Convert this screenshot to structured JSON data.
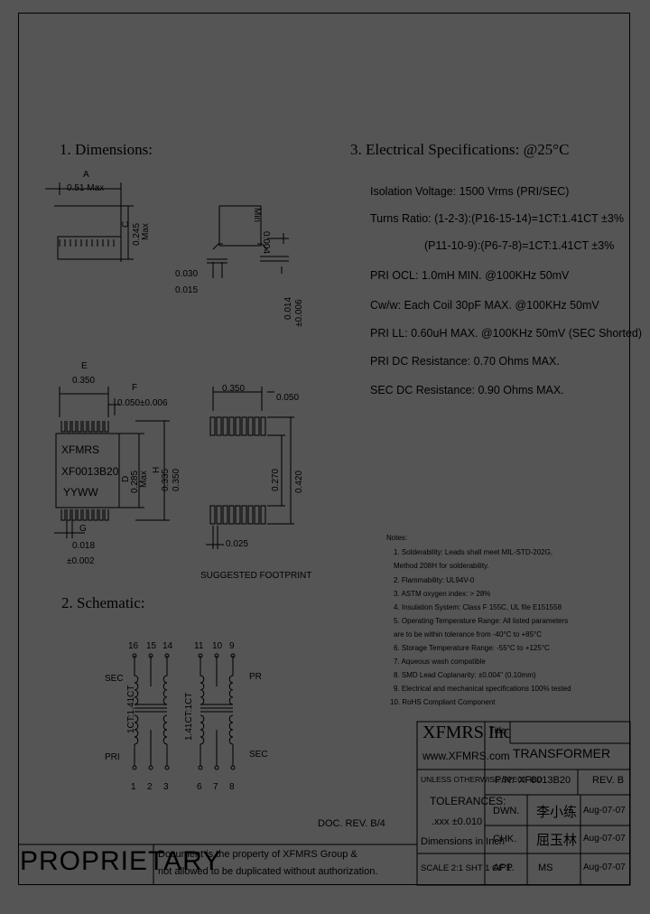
{
  "sections": {
    "dimensions_title": "1. Dimensions:",
    "electrical_title": "3. Electrical   Specifications: @25°C",
    "schematic_title": "2. Schematic:"
  },
  "dimensions": {
    "A": "A",
    "A_value": "0.51 Max",
    "C": "C",
    "C_value": "0.245",
    "C_max": "Max",
    "min_height": "0.004",
    "min_label": "Min",
    "lead_a": "0.030",
    "lead_b": "0.015",
    "lead_c": "0.014",
    "lead_d": "±0.006",
    "E": "E",
    "E_value": "0.350",
    "F": "F",
    "F_value": "0.050±0.006",
    "D": "D",
    "D_value": "0.285",
    "D_max": "Max",
    "H": "H",
    "H_a": "0.335",
    "H_b": "0.350",
    "G": "G",
    "G_value": "0.018",
    "G_tol": "±0.002",
    "body_line1": "XFMRS",
    "body_line2": "XF0013B20",
    "body_line3": "YYWW",
    "fp_pitch": "0.350",
    "fp_gap": "0.050",
    "fp_h1": "0.270",
    "fp_h2": "0.420",
    "fp_w": "0.025",
    "fp_caption": "SUGGESTED FOOTPRINT"
  },
  "electrical": [
    "Isolation Voltage:  1500 Vrms (PRI/SEC)",
    "Turns Ratio: (1-2-3):(P16-15-14)=1CT:1.41CT ±3%",
    "(P11-10-9):(P6-7-8)=1CT:1.41CT ±3%",
    "PRI OCL: 1.0mH MIN. @100KHz 50mV",
    "Cw/w: Each Coil 30pF MAX. @100KHz 50mV",
    "PRI LL: 0.60uH MAX. @100KHz 50mV (SEC Shorted)",
    "PRI DC Resistance: 0.70 Ohms MAX.",
    "SEC DC Resistance: 0.90 Ohms MAX."
  ],
  "notes": {
    "title": "Notes:",
    "items": [
      "1. Solderability: Leads shall meet MIL-STD-202G,",
      "    Method 208H for solderability.",
      "2. Flammability: UL94V-0",
      "3. ASTM oxygen index: > 28%",
      "4. Insulation System: Class F 155C, UL file E151558",
      "5. Operating Temperature Range: All listed parameters",
      "    are to be within tolerance from -40°C to +85°C",
      "6. Storage Temperature Range: -55°C to +125°C",
      "7. Aqueous wash compatible",
      "8. SMD Lead Coplanarity: ±0.004\" (0.10mm)",
      "9. Electrical and mechanical specifications 100% tested",
      "10. RoHS Compliant Component"
    ]
  },
  "schematic": {
    "left_top_pins": [
      "16",
      "15",
      "14"
    ],
    "right_top_pins": [
      "11",
      "10",
      "9"
    ],
    "left_bottom_pins": [
      "1",
      "2",
      "3"
    ],
    "right_bottom_pins": [
      "6",
      "7",
      "8"
    ],
    "sec_left": "SEC",
    "pri_left": "PRI",
    "pr_right": "PR",
    "sec_right": "SEC",
    "ratio_left": "1CT:1.41CT",
    "ratio_right": "1.41CT:1CT"
  },
  "doc_rev": "DOC. REV. B/4",
  "proprietary": {
    "word": "PROPRIETARY",
    "line1": "Document is the property of XFMRS Group &",
    "line2": "not allowed to be duplicated without authorization."
  },
  "title_block": {
    "company": "XFMRS Inc",
    "website": "www.XFMRS.com",
    "title_label": "Title:",
    "title_value": "TRANSFORMER",
    "unless": "UNLESS OTHERWISE SPECIFIED",
    "tolerances": "TOLERANCES:",
    "tol_value": ".xxx ±0.010",
    "dims_in": "Dimensions in Inch",
    "pn_label": "P/N:",
    "pn_value": "XF0013B20",
    "rev": "REV. B",
    "dwn_label": "DWN.",
    "dwn_name": "李小练",
    "dwn_date": "Aug-07-07",
    "chk_label": "CHK.",
    "chk_name": "屈玉林",
    "chk_date": "Aug-07-07",
    "app_label": "APP.",
    "app_name": "MS",
    "app_date": "Aug-07-07",
    "scale": "SCALE 2:1  SHT 1 OF 1"
  }
}
